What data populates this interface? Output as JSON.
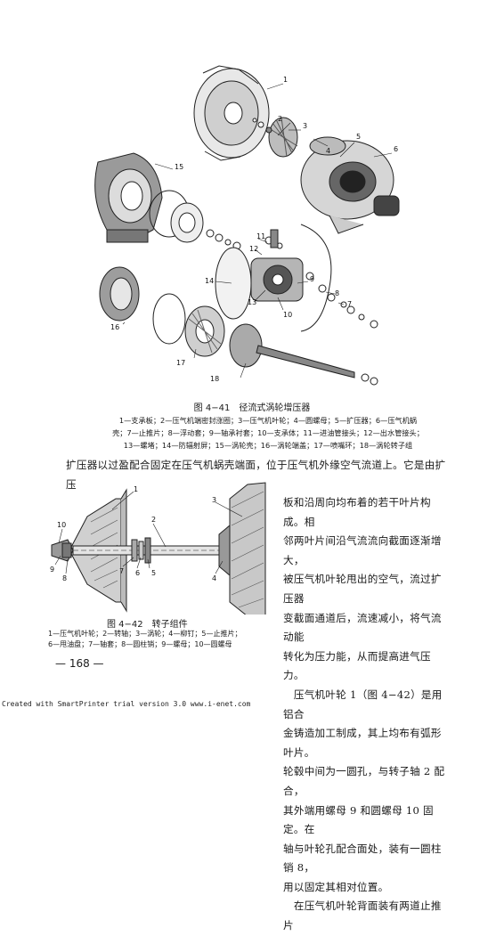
{
  "figure41": {
    "title": "图 4−41　径流式涡轮增压器",
    "legend_line1": "1—支承板；2—压气机端密封涨圈；3—压气机叶轮；4—圆螺母；5—扩压器；6—压气机蜗",
    "legend_line2": "壳；7—止推片；8—浮动套；9—轴承衬套；10—支承体；11—进油管接头；12—出水管接头；",
    "legend_line3": "13—螺堵；14—防辐射屏；15—涡轮壳；16—涡轮端盖；17—喷嘴环；18—涡轮转子组",
    "part_numbers": [
      "1",
      "2",
      "3",
      "4",
      "5",
      "6",
      "7",
      "8",
      "9",
      "10",
      "11",
      "12",
      "13",
      "14",
      "15",
      "16",
      "17",
      "18"
    ]
  },
  "paragraph1": "扩压器以过盈配合固定在压气机蜗壳端面，位于压气机外缘空气流道上。它是由扩压",
  "paragraph2_lines": [
    "板和沿周向均布着的若干叶片构成。相",
    "邻两叶片间沿气流流向截面逐渐增大，",
    "被压气机叶轮甩出的空气，流过扩压器",
    "变截面通道后，流速减小，将气流动能",
    "转化为压力能，从而提高进气压力。",
    "　压气机叶轮 1（图 4−42）是用铝合",
    "金铸造加工制成，其上均布有弧形叶片。",
    "轮毂中间为一圆孔，与转子轴 2 配合，",
    "其外端用螺母 9 和圆螺母 10 固定。在",
    "轴与叶轮孔配合面处，装有一圆柱销 8，",
    "用以固定其相对位置。",
    "　在压气机叶轮背面装有两道止推片"
  ],
  "figure42": {
    "title": "图 4−42　转子组件",
    "legend_line1": "1—压气机叶轮；2—转轴；3—涡轮；4—柳钉；5—止推片；",
    "legend_line2": "6—甩油盘；7—轴套；8—圆柱销；9—螺母；10—圆螺母",
    "part_numbers": [
      "1",
      "2",
      "3",
      "4",
      "5",
      "6",
      "7",
      "8",
      "9",
      "10"
    ]
  },
  "page_number": "— 168 —",
  "footer": "Created with SmartPrinter trial version 3.0  www.i-enet.com"
}
